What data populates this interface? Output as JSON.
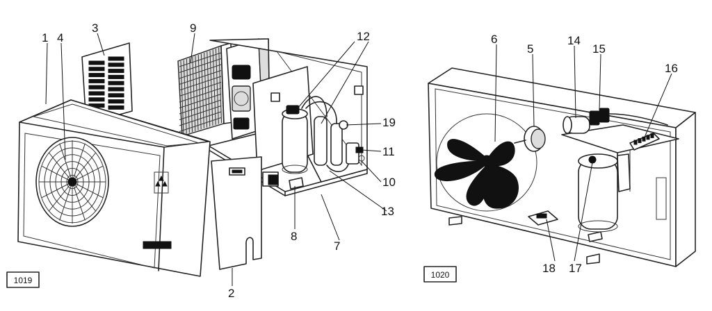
{
  "figures": [
    {
      "id": "fig-left",
      "number": "1019"
    },
    {
      "id": "fig-right",
      "number": "1020"
    }
  ],
  "callouts": [
    {
      "id": "c1",
      "text": "1"
    },
    {
      "id": "c2",
      "text": "2"
    },
    {
      "id": "c3",
      "text": "3"
    },
    {
      "id": "c4",
      "text": "4"
    },
    {
      "id": "c5",
      "text": "5"
    },
    {
      "id": "c6",
      "text": "6"
    },
    {
      "id": "c7",
      "text": "7"
    },
    {
      "id": "c8",
      "text": "8"
    },
    {
      "id": "c9",
      "text": "9"
    },
    {
      "id": "c10",
      "text": "10"
    },
    {
      "id": "c11",
      "text": "11"
    },
    {
      "id": "c12",
      "text": "12"
    },
    {
      "id": "c13",
      "text": "13"
    },
    {
      "id": "c14",
      "text": "14"
    },
    {
      "id": "c15",
      "text": "15"
    },
    {
      "id": "c16",
      "text": "16"
    },
    {
      "id": "c17",
      "text": "17"
    },
    {
      "id": "c18",
      "text": "18"
    },
    {
      "id": "c19",
      "text": "19"
    }
  ],
  "colors": {
    "ink": "#222222",
    "background": "#ffffff",
    "fill_dark": "#111111"
  }
}
